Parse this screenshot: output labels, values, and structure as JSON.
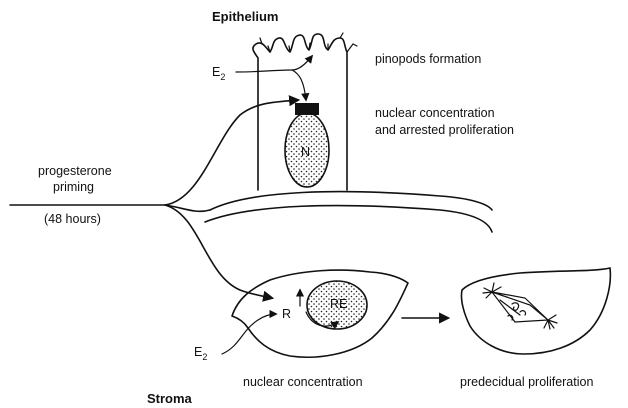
{
  "labels": {
    "epithelium": "Epithelium",
    "stroma": "Stroma",
    "e2_top": "E",
    "e2_top_sub": "2",
    "e2_bottom": "E",
    "e2_bottom_sub": "2",
    "pinopods": "pinopods formation",
    "nuclear_conc_line1": "nuclear concentration",
    "nuclear_conc_line2": "and arrested proliferation",
    "nucleus": "N",
    "prog_line1": "progesterone",
    "prog_line2": "priming",
    "hours": "(48 hours)",
    "receptor": "R",
    "receptor_nucleus": "RE",
    "stroma_nuclear": "nuclear concentration",
    "predecidual": "predecidual proliferation"
  }
}
